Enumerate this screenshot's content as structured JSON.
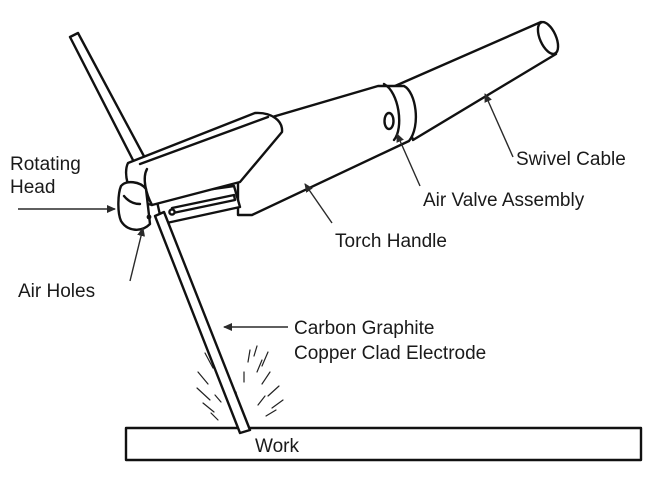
{
  "diagram": {
    "labels": {
      "rotating_head": "Rotating\nHead",
      "air_holes": "Air Holes",
      "torch_handle": "Torch Handle",
      "air_valve": "Air Valve Assembly",
      "swivel_cable": "Swivel Cable",
      "electrode": "Carbon Graphite\nCopper Clad Electrode",
      "work": "Work"
    },
    "colors": {
      "ink": "#111111",
      "label": "#1a1a1a",
      "background": "#ffffff"
    }
  }
}
